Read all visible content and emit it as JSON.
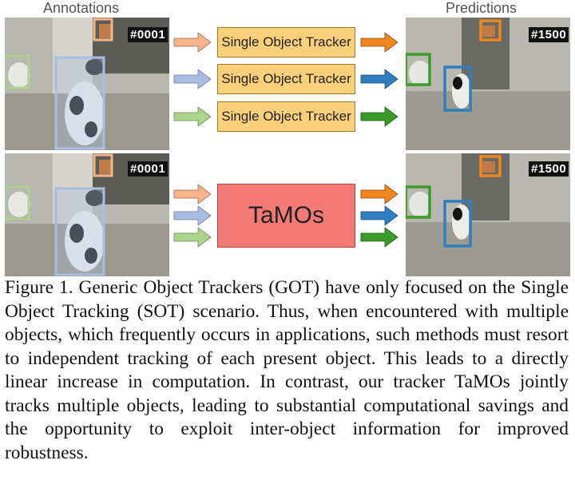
{
  "headers": {
    "annotations": "Annotations",
    "predictions": "Predictions"
  },
  "frames": {
    "top_left_id": "#0001",
    "top_right_id": "#1500",
    "bottom_left_id": "#0001",
    "bottom_right_id": "#1500"
  },
  "trackers": [
    {
      "label": "Single Object Tracker"
    },
    {
      "label": "Single Object Tracker"
    },
    {
      "label": "Single Object Tracker"
    }
  ],
  "tamos_label": "TaMOs",
  "colors": {
    "tracker_fill": "#fbd07a",
    "tamos_fill": "#f47a76",
    "orange": "#f0871e",
    "blue": "#2f7fc0",
    "green": "#3a9a2a",
    "orange_in": "#f5b48a",
    "blue_in": "#a9bde0",
    "green_in": "#acd48c"
  },
  "caption": "Figure 1. Generic Object Trackers (GOT) have only focused on the Single Object Tracking (SOT) scenario. Thus, when encountered with multiple objects, which frequently occurs in applications, such methods must resort to independent tracking of each present object. This leads to a directly linear increase in computation. In contrast, our tracker TaMOs jointly tracks multiple objects, leading to substantial computational savings and the opportunity to exploit inter-object information for improved robustness."
}
